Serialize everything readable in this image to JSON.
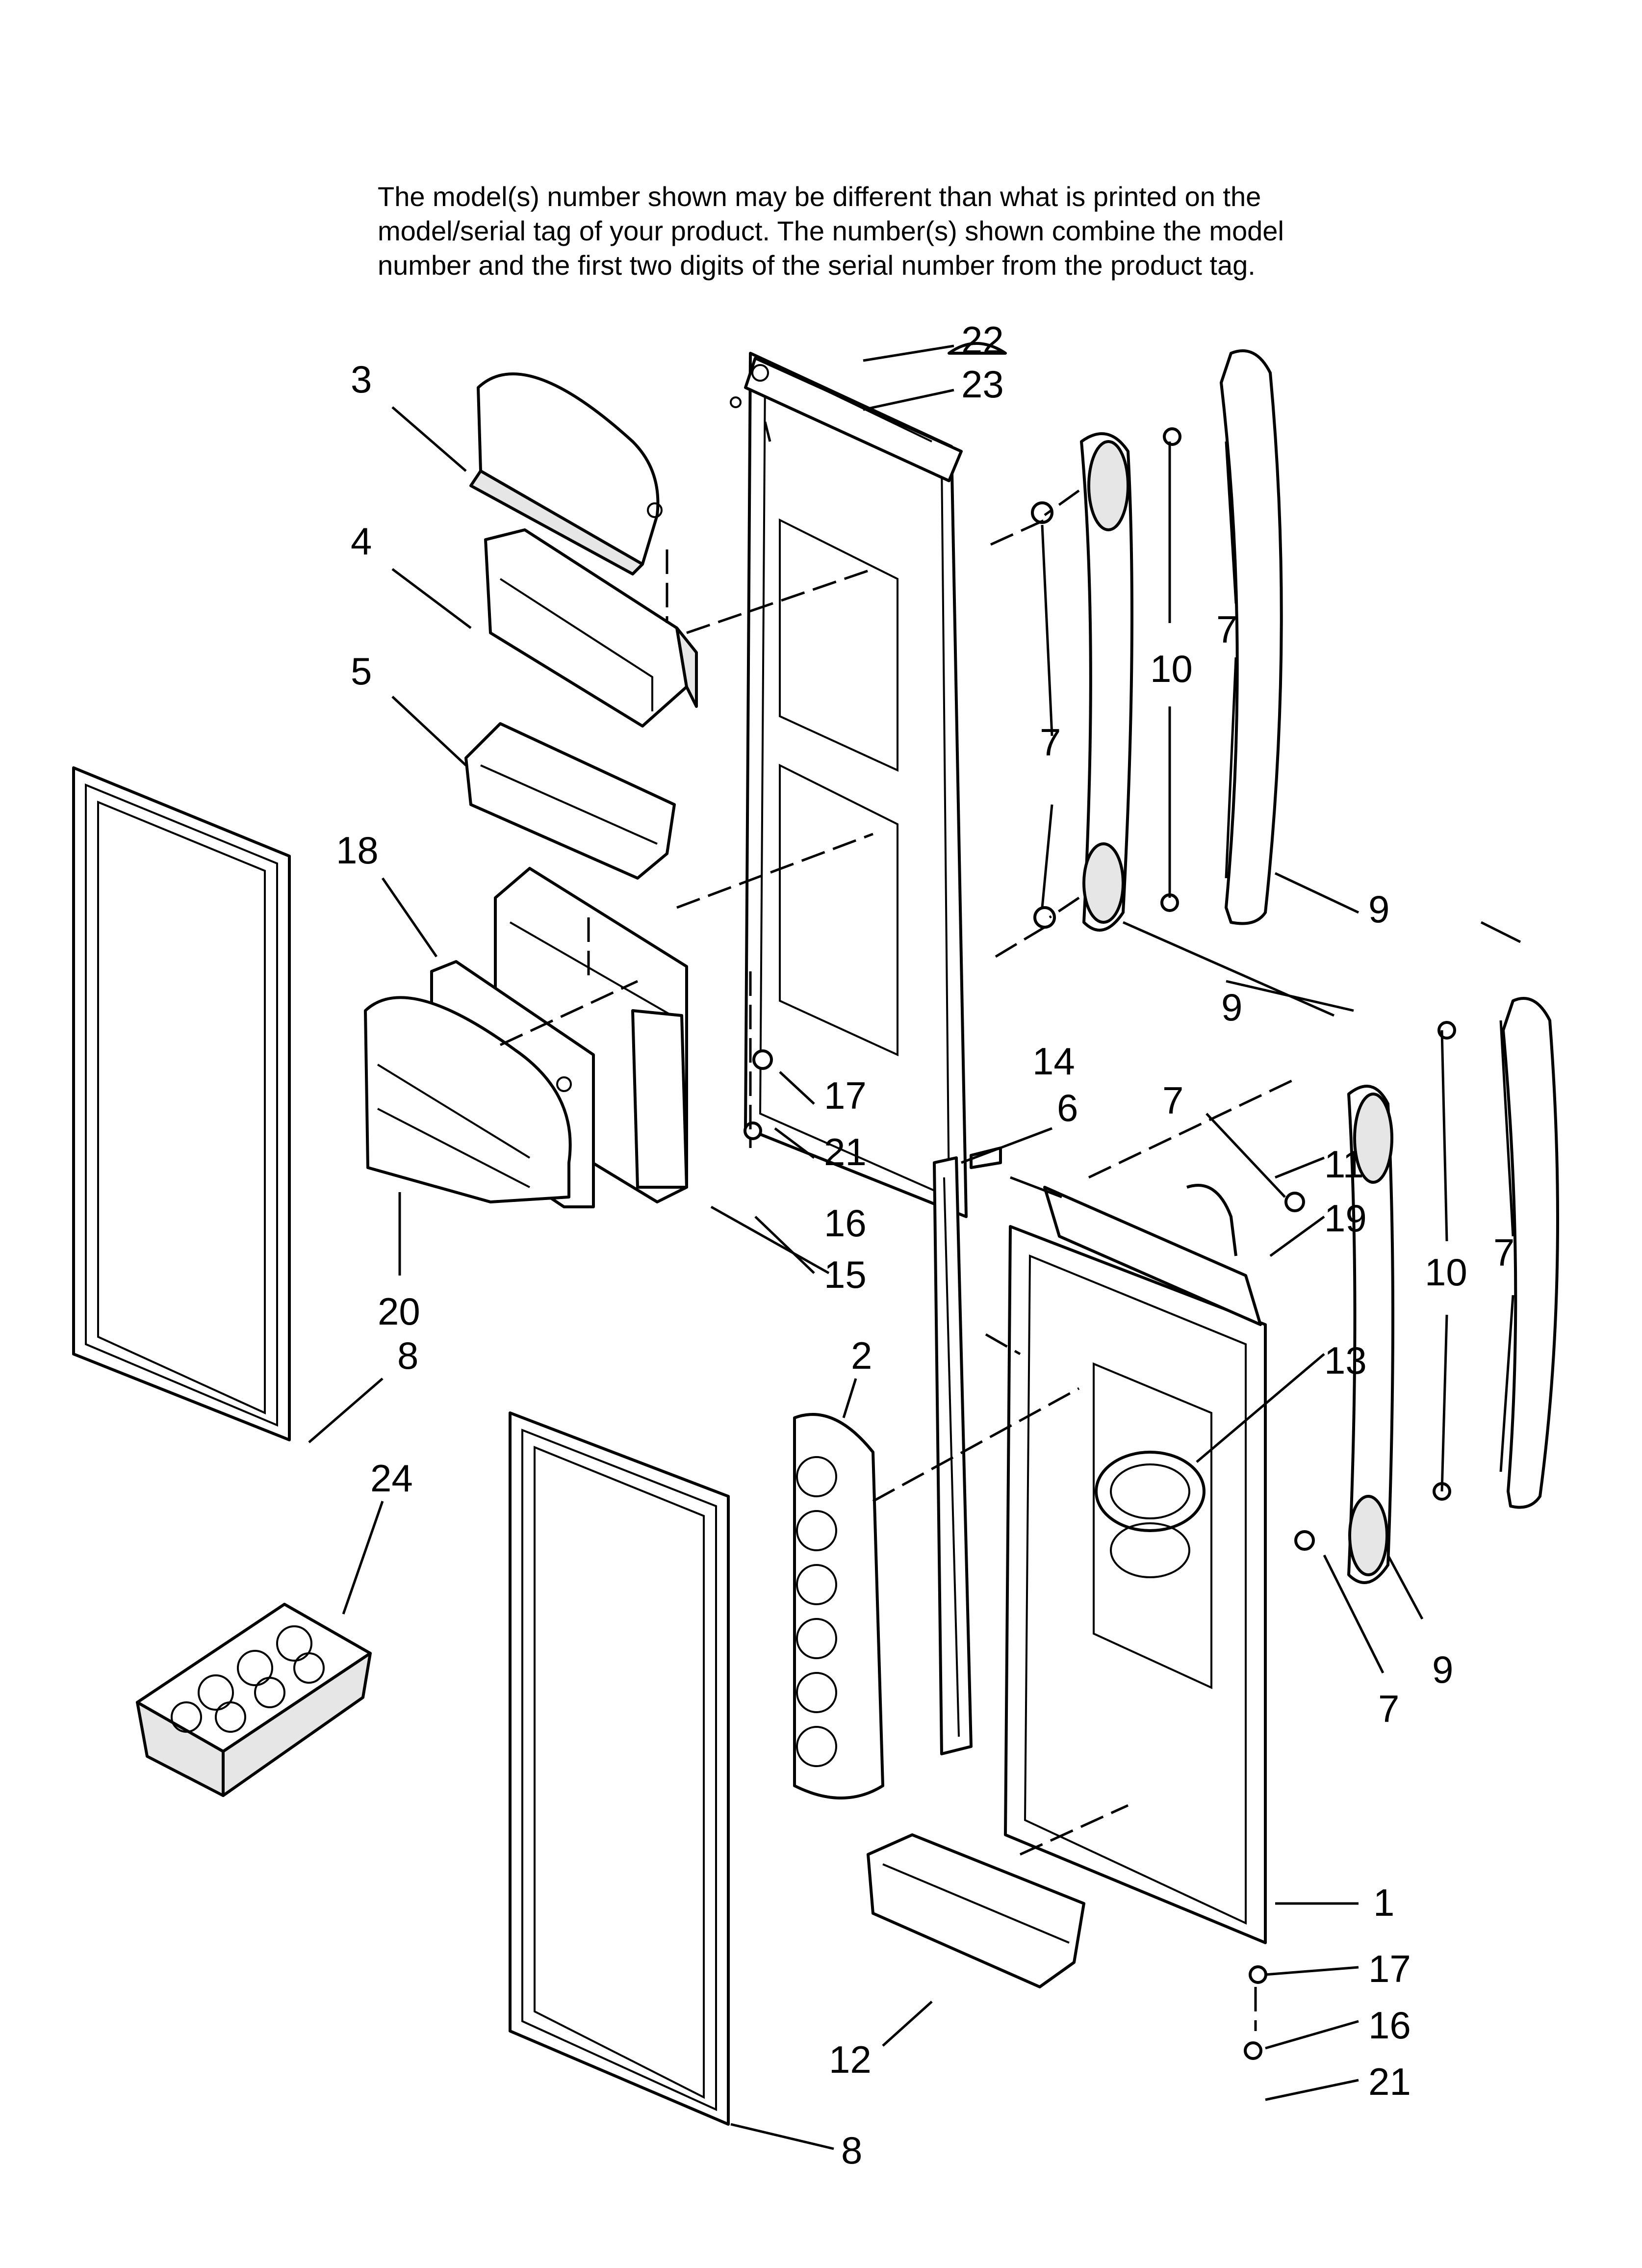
{
  "note": {
    "lines": [
      "The model(s) number shown may be different than what is printed on the",
      "model/serial tag of your product. The number(s) shown combine the model",
      "number and the first two digits of the serial number from the product tag."
    ]
  },
  "callouts": [
    {
      "id": "c22a",
      "text": "22"
    },
    {
      "id": "c23",
      "text": "23"
    },
    {
      "id": "c3",
      "text": "3"
    },
    {
      "id": "c4",
      "text": "4"
    },
    {
      "id": "c5",
      "text": "5"
    },
    {
      "id": "c18",
      "text": "18"
    },
    {
      "id": "c20",
      "text": "20"
    },
    {
      "id": "c8a",
      "text": "8"
    },
    {
      "id": "c24",
      "text": "24"
    },
    {
      "id": "c17a",
      "text": "17"
    },
    {
      "id": "c21a",
      "text": "21"
    },
    {
      "id": "c16a",
      "text": "16"
    },
    {
      "id": "c15",
      "text": "15"
    },
    {
      "id": "c14",
      "text": "14"
    },
    {
      "id": "c6",
      "text": "6"
    },
    {
      "id": "c2",
      "text": "2"
    },
    {
      "id": "c7a",
      "text": "7"
    },
    {
      "id": "c10a",
      "text": "10"
    },
    {
      "id": "c7b",
      "text": "7"
    },
    {
      "id": "c9a",
      "text": "9"
    },
    {
      "id": "c9b",
      "text": "9"
    },
    {
      "id": "c7c",
      "text": "7"
    },
    {
      "id": "c11",
      "text": "11"
    },
    {
      "id": "c19",
      "text": "19"
    },
    {
      "id": "c13",
      "text": "13"
    },
    {
      "id": "c10b",
      "text": "10"
    },
    {
      "id": "c7d",
      "text": "7"
    },
    {
      "id": "c9c",
      "text": "9"
    },
    {
      "id": "c7e",
      "text": "7"
    },
    {
      "id": "c1",
      "text": "1"
    },
    {
      "id": "c17b",
      "text": "17"
    },
    {
      "id": "c16b",
      "text": "16"
    },
    {
      "id": "c21b",
      "text": "21"
    },
    {
      "id": "c12",
      "text": "12"
    },
    {
      "id": "c8b",
      "text": "8"
    }
  ]
}
